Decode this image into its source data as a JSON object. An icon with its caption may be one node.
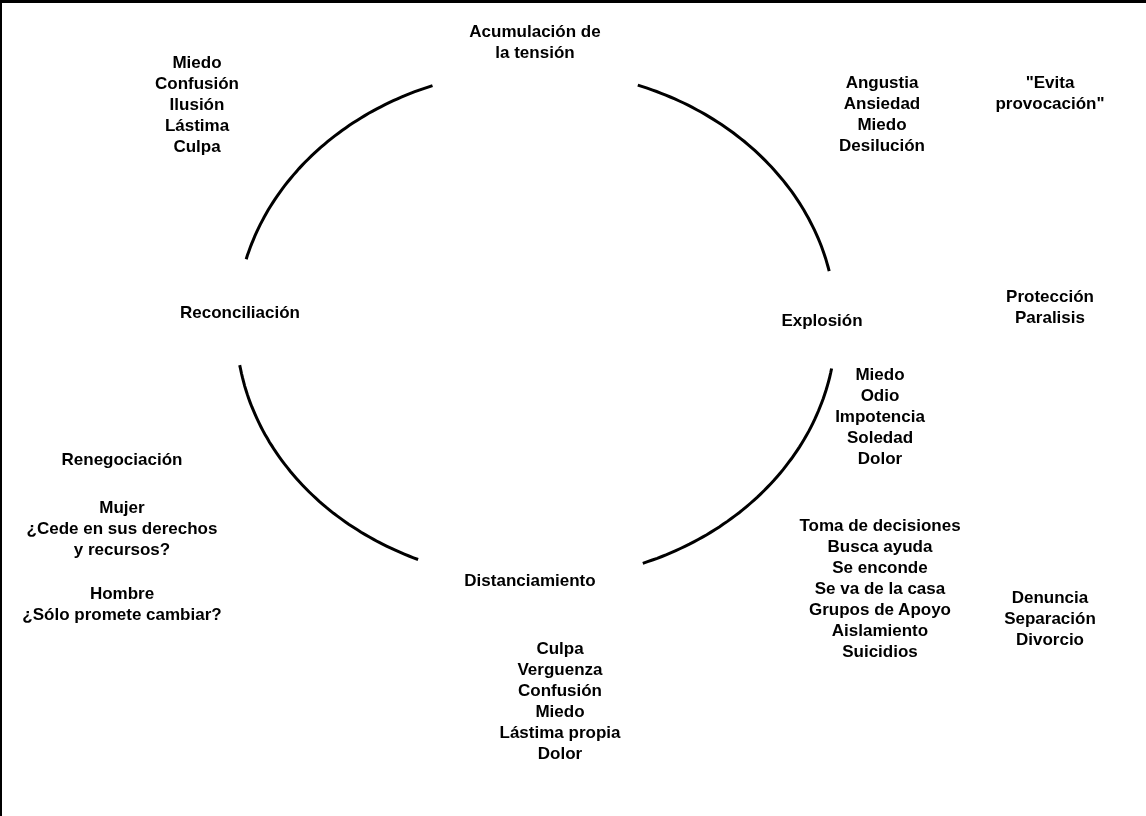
{
  "diagram": {
    "nodes": [
      {
        "text": [
          "Acumulación de la tensión"
        ]
      },
      {
        "text": [
          "Explosión"
        ]
      },
      {
        "text": [
          "Distanciamiento"
        ]
      },
      {
        "text": [
          "Reconciliación"
        ]
      }
    ],
    "edges": [
      {
        "from": 0,
        "to": 1,
        "arrow": "none"
      },
      {
        "from": 1,
        "to": 2,
        "arrow": "none"
      },
      {
        "from": 2,
        "to": 3,
        "arrow": "none"
      },
      {
        "from": 3,
        "to": 0,
        "arrow": "none"
      }
    ],
    "labels": [
      "Miedo",
      "Confusión",
      "Ilusión",
      "Lástima",
      "Culpa",
      "Angustia",
      "Ansiedad",
      "Miedo",
      "Desilución",
      "\"Evita provocación\"",
      "Protección",
      "Paralisis",
      "Miedo",
      "Odio",
      "Impotencia",
      "Soledad",
      "Dolor",
      "Renegociación",
      "Mujer",
      "¿Cede en sus derechos y recursos?",
      "Hombre",
      "¿Sólo promete cambiar?",
      "Toma de decisiones",
      "Busca ayuda",
      "Se enconde",
      "Se va de la casa",
      "Grupos de Apoyo",
      "Aislamiento",
      "Suicidios",
      "Denuncia",
      "Separación",
      "Divorcio",
      "Culpa",
      "Verguenza",
      "Confusión",
      "Miedo",
      "Lástima propia",
      "Dolor"
    ]
  }
}
